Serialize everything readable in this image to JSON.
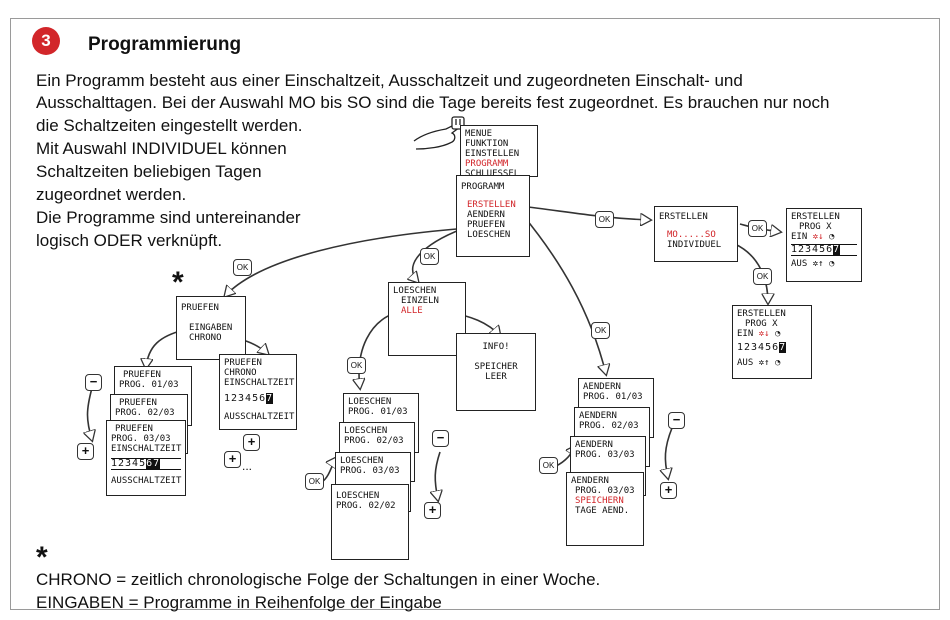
{
  "header": {
    "step_number": "3",
    "title": "Programmierung"
  },
  "intro": {
    "line1": "Ein Programm besteht aus einer Einschaltzeit, Ausschaltzeit und zugeordneten Einschalt- und",
    "line2": "Ausschalttagen. Bei der Auswahl MO bis SO sind die Tage bereits fest zugeordnet.  Es brauchen nur noch",
    "line3": "die Schaltzeiten eingestellt werden.",
    "line4": "Mit Auswahl INDIVIDUEL können",
    "line5": "Schaltzeiten beliebigen Tagen",
    "line6": "zugeordnet werden.",
    "line7": "Die Programme sind untereinander",
    "line8": "logisch ODER verknüpft."
  },
  "footnote": {
    "star": "*",
    "line1": "CHRONO = zeitlich chronologische Folge der Schaltungen in einer Woche.",
    "line2": "EINGABEN = Programme in Reihenfolge der Eingabe"
  },
  "labels": {
    "ok": "OK",
    "minus": "−",
    "plus": "+",
    "plus_dots": "...",
    "star": "*"
  },
  "screens": {
    "menu": [
      "MENUE",
      "FUNKTION",
      "EINSTELLEN",
      "PROGRAMM",
      "SCHLUESSEL"
    ],
    "programm": [
      "PROGRAMM",
      "ERSTELLEN",
      "AENDERN",
      "PRUEFEN",
      "LOESCHEN"
    ],
    "erstellen1": [
      "ERSTELLEN",
      "MO.....SO",
      "INDIVIDUEL"
    ],
    "erstellen2": [
      "ERSTELLEN",
      "PROG  X",
      "EIN",
      "123456",
      "7",
      "AUS"
    ],
    "erstellen3": [
      "ERSTELLEN",
      "PROG  X",
      "EIN",
      "123456",
      "7",
      "AUS"
    ],
    "pruefen": [
      "PRUEFEN",
      "EINGABEN",
      "CHRONO"
    ],
    "pruefen_chrono": [
      "PRUEFEN",
      "CHRONO",
      "EINSCHALTZEIT",
      "123456",
      "7",
      "AUSSCHALTZEIT"
    ],
    "pruefen_stack": [
      [
        "PRUEFEN",
        "PROG. 01/03"
      ],
      [
        "PRUEFEN",
        "PROG. 02/03"
      ],
      [
        "PRUEFEN",
        "PROG. 03/03",
        "EINSCHALTZEIT",
        "12345",
        "67",
        "AUSSCHALTZEIT"
      ]
    ],
    "loeschen": [
      "LOESCHEN",
      "EINZELN",
      "ALLE"
    ],
    "info": [
      "INFO!",
      "SPEICHER",
      "LEER"
    ],
    "loeschen_stack": [
      [
        "LOESCHEN",
        "PROG. 01/03"
      ],
      [
        "LOESCHEN",
        "PROG. 02/03"
      ],
      [
        "LOESCHEN",
        "PROG. 03/03"
      ],
      [
        "LOESCHEN",
        "PROG. 02/02"
      ]
    ],
    "aendern_stack": [
      [
        "AENDERN",
        "PROG. 01/03"
      ],
      [
        "AENDERN",
        "PROG. 02/03"
      ],
      [
        "AENDERN",
        "PROG. 03/03"
      ],
      [
        "AENDERN",
        "PROG. 03/03",
        "SPEICHERN",
        "TAGE AEND."
      ]
    ]
  },
  "colors": {
    "accent": "#d2262a",
    "ink": "#111111",
    "frame": "#9a9a9a"
  }
}
